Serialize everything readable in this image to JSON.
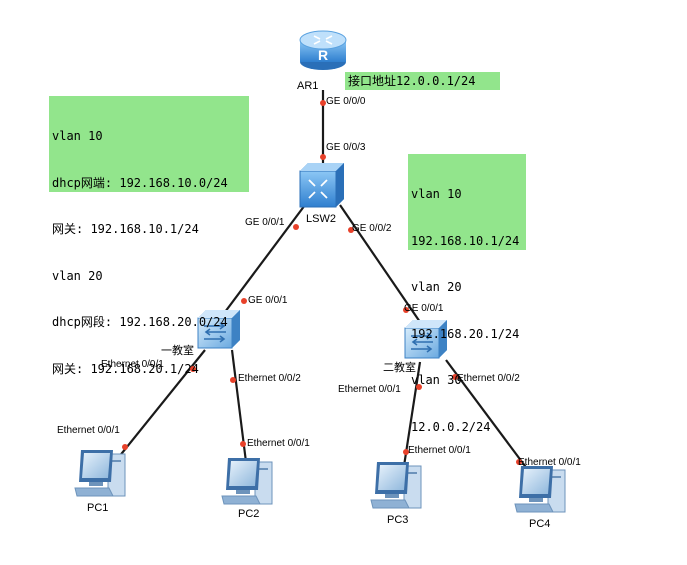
{
  "devices": {
    "router": "AR1",
    "core_switch": "LSW2",
    "switch_1": "一教室",
    "switch_2": "二教室",
    "pc1": "PC1",
    "pc2": "PC2",
    "pc3": "PC3",
    "pc4": "PC4"
  },
  "router_interface_note": "接口地址12.0.0.1/24",
  "dhcp_note": [
    "vlan 10",
    "dhcp网端: 192.168.10.0/24",
    "网关: 192.168.10.1/24",
    "vlan 20",
    "dhcp网段: 192.168.20.0/24",
    "网关: 192.168.20.1/24"
  ],
  "vlan_note": [
    "vlan 10",
    "192.168.10.1/24",
    "vlan 20",
    "192.168.20.1/24",
    "vlan 30",
    "12.0.0.2/24"
  ],
  "ports": {
    "ar1_ge": "GE 0/0/0",
    "lsw2_up": "GE 0/0/3",
    "lsw2_left": "GE 0/0/1",
    "lsw2_right": "GE 0/0/2",
    "sw1_up": "GE 0/0/1",
    "sw2_up": "GE 0/0/1",
    "sw1_e1": "Ethernet 0/0/1",
    "sw1_e2": "Ethernet 0/0/2",
    "sw2_e1": "Ethernet 0/0/1",
    "sw2_e2": "Ethernet 0/0/2",
    "pc1_e": "Ethernet 0/0/1",
    "pc2_e": "Ethernet 0/0/1",
    "pc3_e": "Ethernet 0/0/1",
    "pc4_e": "Ethernet 0/0/1"
  },
  "colors": {
    "note_bg": "#92e58c",
    "link": "#1a1a1a",
    "port_dot": "#e8412a",
    "router_blue": "#3d8fd8",
    "switch_blue": "#4f9be0"
  }
}
